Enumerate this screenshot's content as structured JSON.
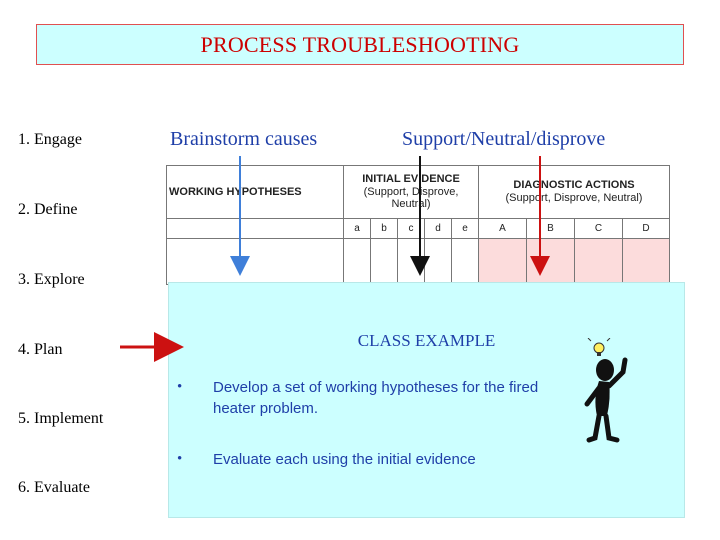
{
  "title": "PROCESS TROUBLESHOOTING",
  "steps": [
    "1. Engage",
    "2. Define",
    "3. Explore",
    "4. Plan",
    "5. Implement",
    "6. Evaluate"
  ],
  "headings": {
    "brainstorm": "Brainstorm causes",
    "support": "Support/Neutral/disprove"
  },
  "table": {
    "working_hypotheses": "WORKING HYPOTHESES",
    "initial_evidence": "INITIAL EVIDENCE",
    "initial_evidence_sub": "(Support, Disprove, Neutral)",
    "diagnostic_actions": "DIAGNOSTIC ACTIONS",
    "diagnostic_actions_sub": "(Support, Disprove, Neutral)",
    "evidence_cols": [
      "a",
      "b",
      "c",
      "d",
      "e"
    ],
    "action_cols": [
      "A",
      "B",
      "C",
      "D"
    ]
  },
  "panel": {
    "title": "CLASS EXAMPLE",
    "bullet_symbol": "•",
    "bullets": [
      "Develop a set of working hypotheses for the fired heater problem.",
      "Evaluate each using the initial evidence"
    ]
  },
  "colors": {
    "title_bg": "#ccffff",
    "title_text": "#cc0000",
    "heading_blue": "#1f3fa8",
    "arrow_blue": "#3f7fd9",
    "arrow_red": "#cc1111",
    "table_pink": "#fcdcdc"
  },
  "icons": [
    "thinking-figure-icon",
    "lightbulb-icon"
  ]
}
